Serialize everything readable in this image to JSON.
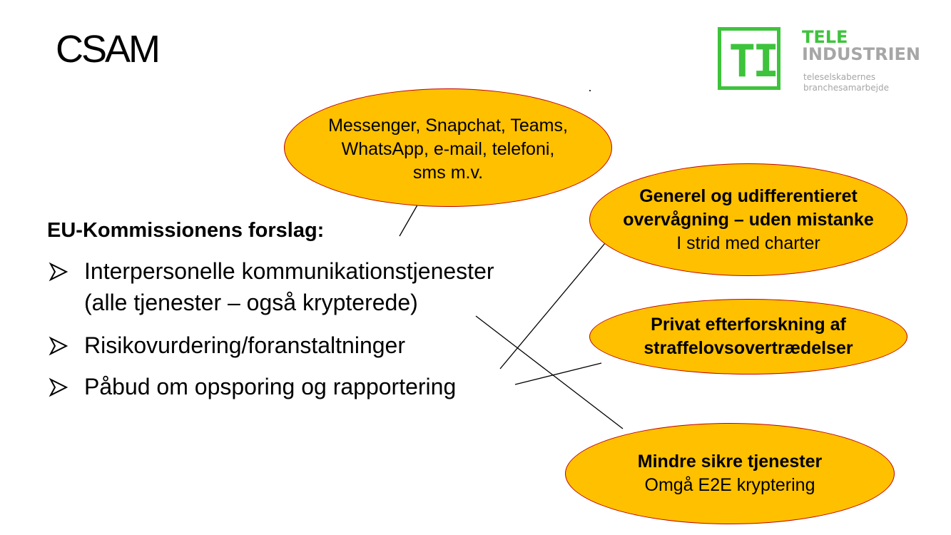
{
  "title": "CSAM",
  "logo": {
    "mark": "TI",
    "line1": "TELE",
    "line2": "INDUSTRIEN",
    "sub1": "teleselskabernes",
    "sub2": "branchesamarbejde"
  },
  "heading": "EU-Kommissionens forslag:",
  "bullets": [
    "Interpersonelle kommunikationstjenester",
    "(alle tjenester – også krypterede)",
    "Risikovurdering/foranstaltninger",
    "Påbud om opsporing og rapportering"
  ],
  "bullet_icon": "arrowhead-bullet-icon",
  "ellipses": {
    "apps": [
      "Messenger, Snapchat, Teams,",
      "WhatsApp, e-mail, telefoni,",
      "sms m.v."
    ],
    "surveillance": {
      "bold1": "Generel og udifferentieret",
      "bold2": "overvågning – uden mistanke",
      "normal": "I strid med charter"
    },
    "private": {
      "bold1": "Privat efterforskning af",
      "bold2": "straffelovsovertrædelser"
    },
    "security": {
      "bold": "Mindre sikre tjenester",
      "normal": "Omgå E2E kryptering"
    }
  },
  "colors": {
    "ellipse_fill": "#ffc000",
    "ellipse_border": "#c00000",
    "logo_green": "#3ec33c",
    "logo_gray": "#a6a6a6"
  }
}
